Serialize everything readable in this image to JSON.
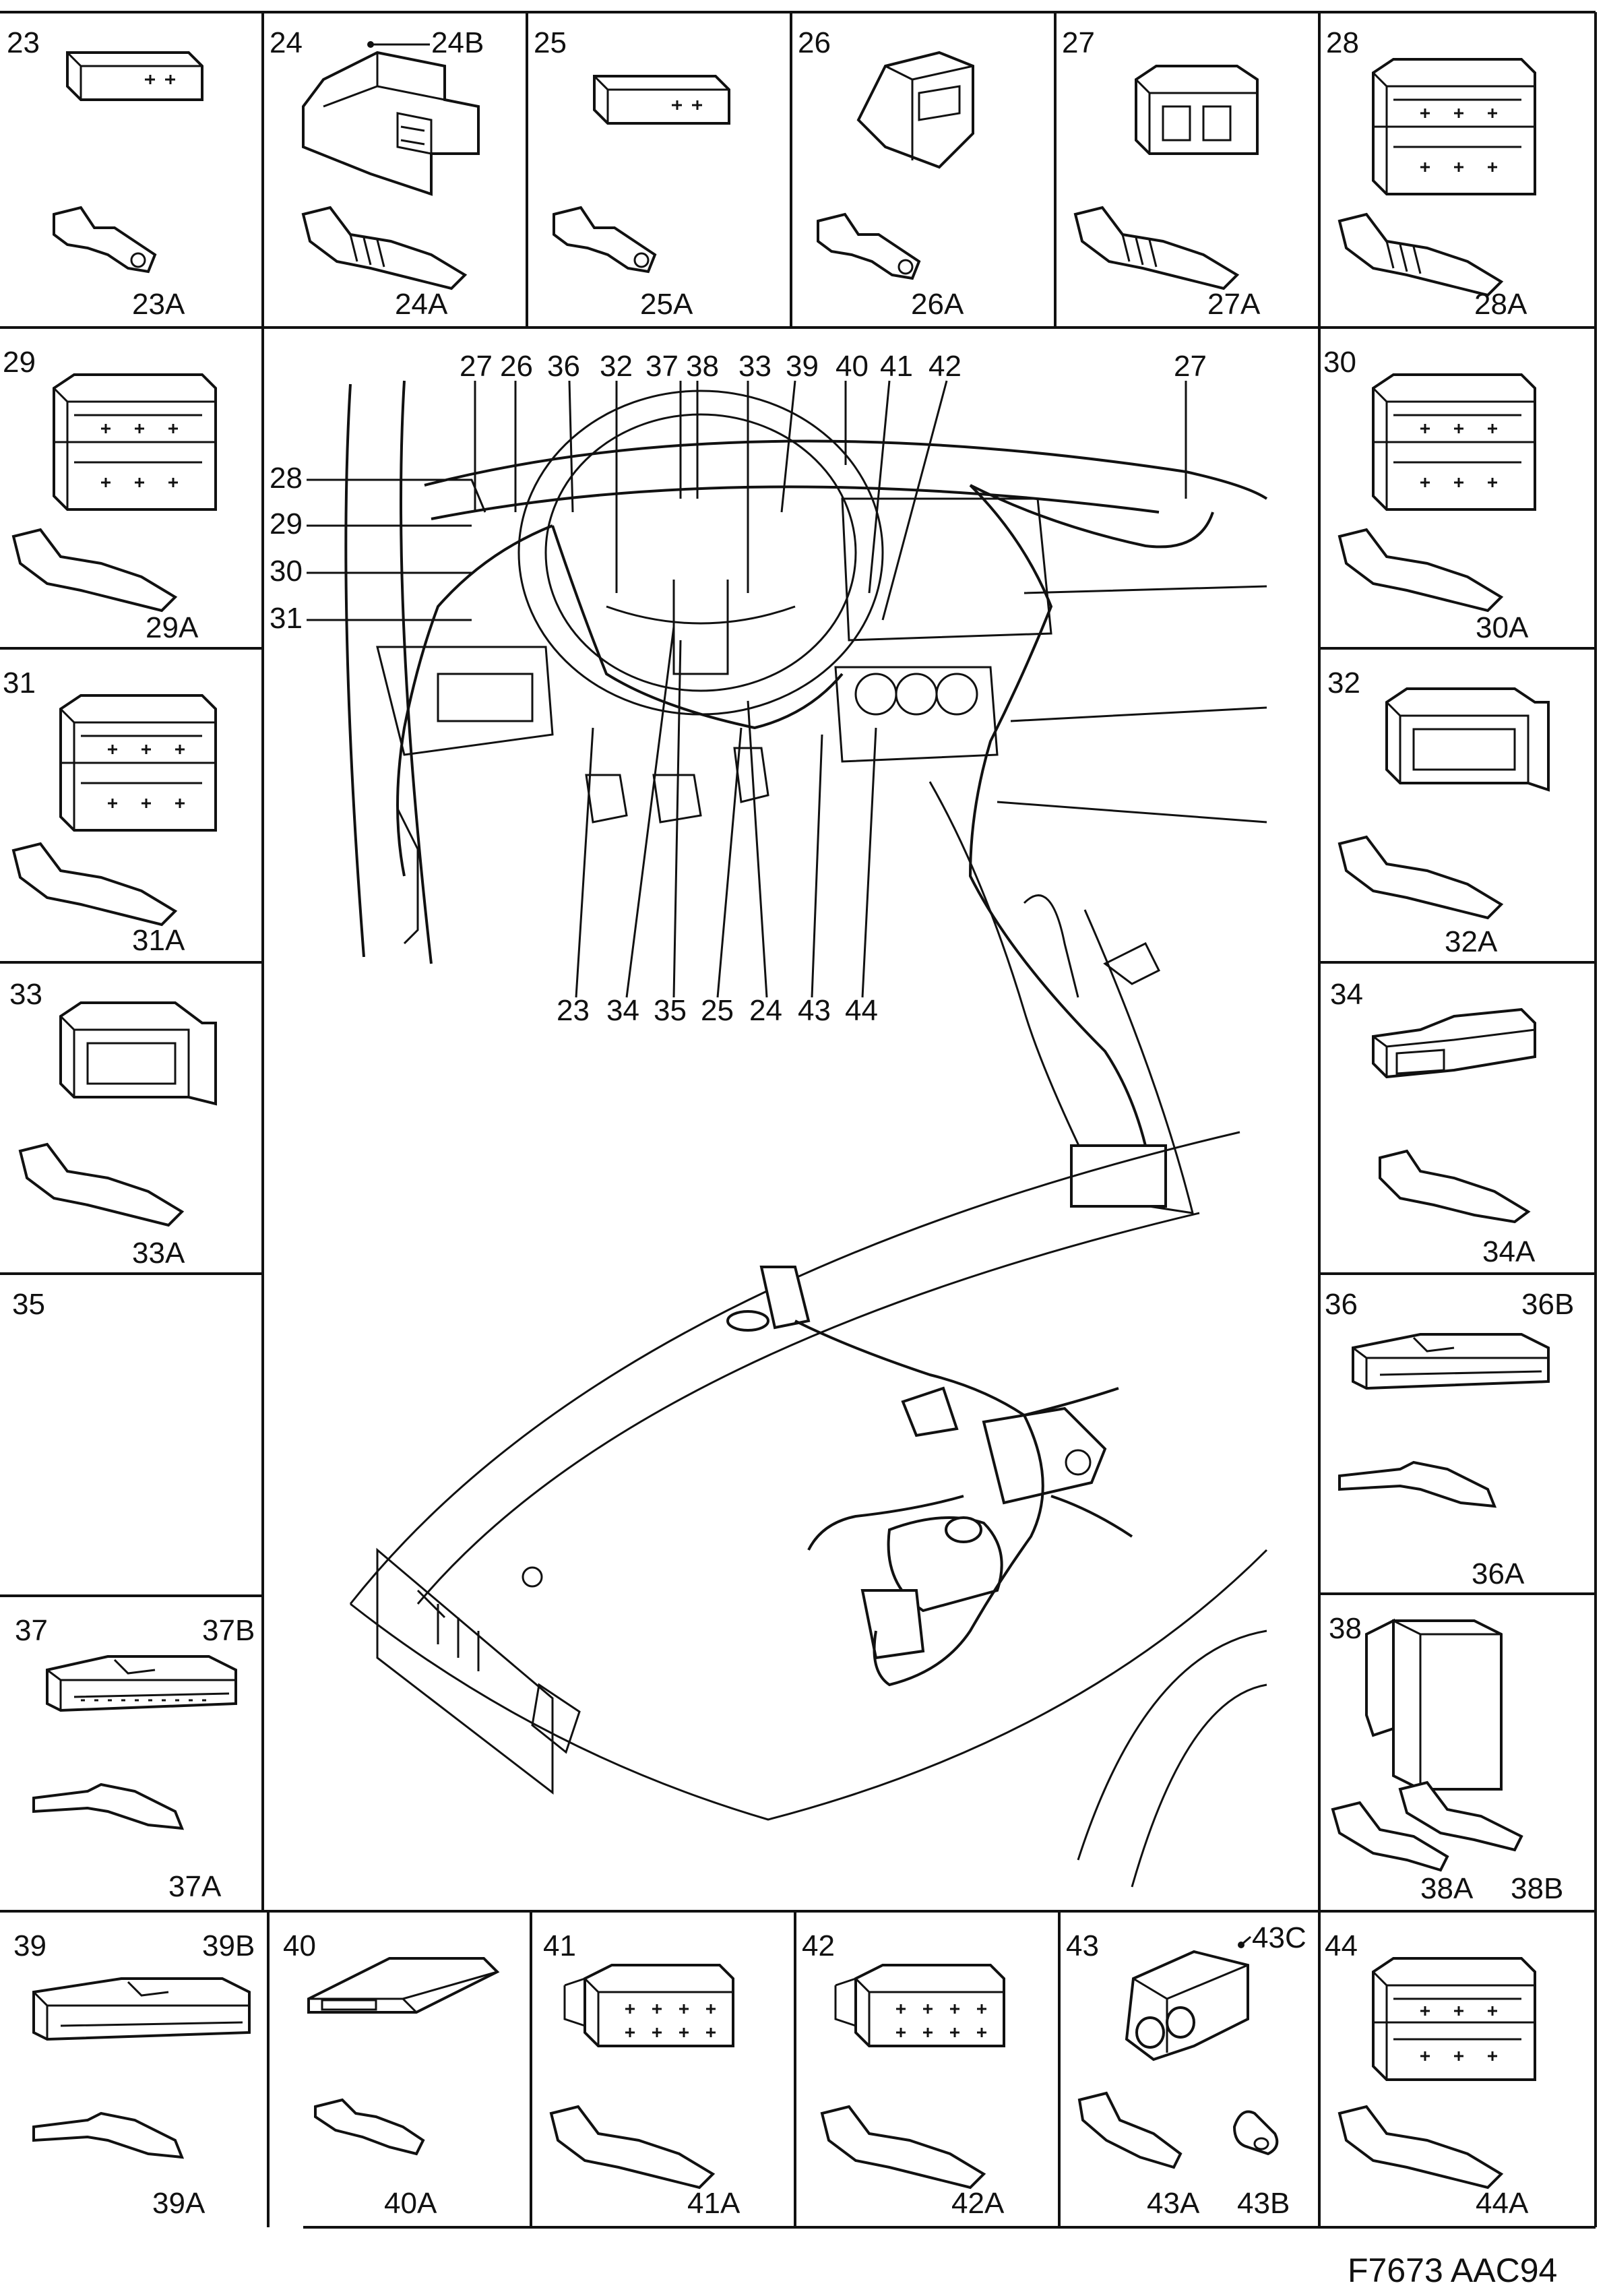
{
  "figure_id": "F7673 AAC94",
  "panels": [
    {
      "id": "p23",
      "label": "23",
      "part": "23A"
    },
    {
      "id": "p24",
      "label": "24",
      "part": "24A",
      "sub": "24B"
    },
    {
      "id": "p25",
      "label": "25",
      "part": "25A"
    },
    {
      "id": "p26",
      "label": "26",
      "part": "26A"
    },
    {
      "id": "p27",
      "label": "27",
      "part": "27A"
    },
    {
      "id": "p28",
      "label": "28",
      "part": "28A"
    },
    {
      "id": "p29",
      "label": "29",
      "part": "29A"
    },
    {
      "id": "p30",
      "label": "30",
      "part": "30A"
    },
    {
      "id": "p31",
      "label": "31",
      "part": "31A"
    },
    {
      "id": "p32",
      "label": "32",
      "part": "32A"
    },
    {
      "id": "p33",
      "label": "33",
      "part": "33A"
    },
    {
      "id": "p34",
      "label": "34",
      "part": "34A"
    },
    {
      "id": "p35",
      "label": "35"
    },
    {
      "id": "p36",
      "label": "36",
      "part": "36A",
      "sub": "36B"
    },
    {
      "id": "p37",
      "label": "37",
      "part": "37A",
      "sub": "37B"
    },
    {
      "id": "p38",
      "label": "38",
      "part": "38A",
      "sub": "38B"
    },
    {
      "id": "p39",
      "label": "39",
      "part": "39A",
      "sub": "39B"
    },
    {
      "id": "p40",
      "label": "40",
      "part": "40A"
    },
    {
      "id": "p41",
      "label": "41",
      "part": "41A"
    },
    {
      "id": "p42",
      "label": "42",
      "part": "42A"
    },
    {
      "id": "p43",
      "label": "43",
      "part": "43A",
      "sub": "43B",
      "sub2": "43C"
    },
    {
      "id": "p44",
      "label": "44",
      "part": "44A"
    }
  ],
  "callouts_top": [
    "27",
    "26",
    "36",
    "32",
    "37",
    "38",
    "33",
    "39",
    "40",
    "41",
    "42",
    "27"
  ],
  "callouts_left": [
    "28",
    "29",
    "30",
    "31"
  ],
  "callouts_bottom": [
    "23",
    "34",
    "35",
    "25",
    "24",
    "43",
    "44"
  ]
}
